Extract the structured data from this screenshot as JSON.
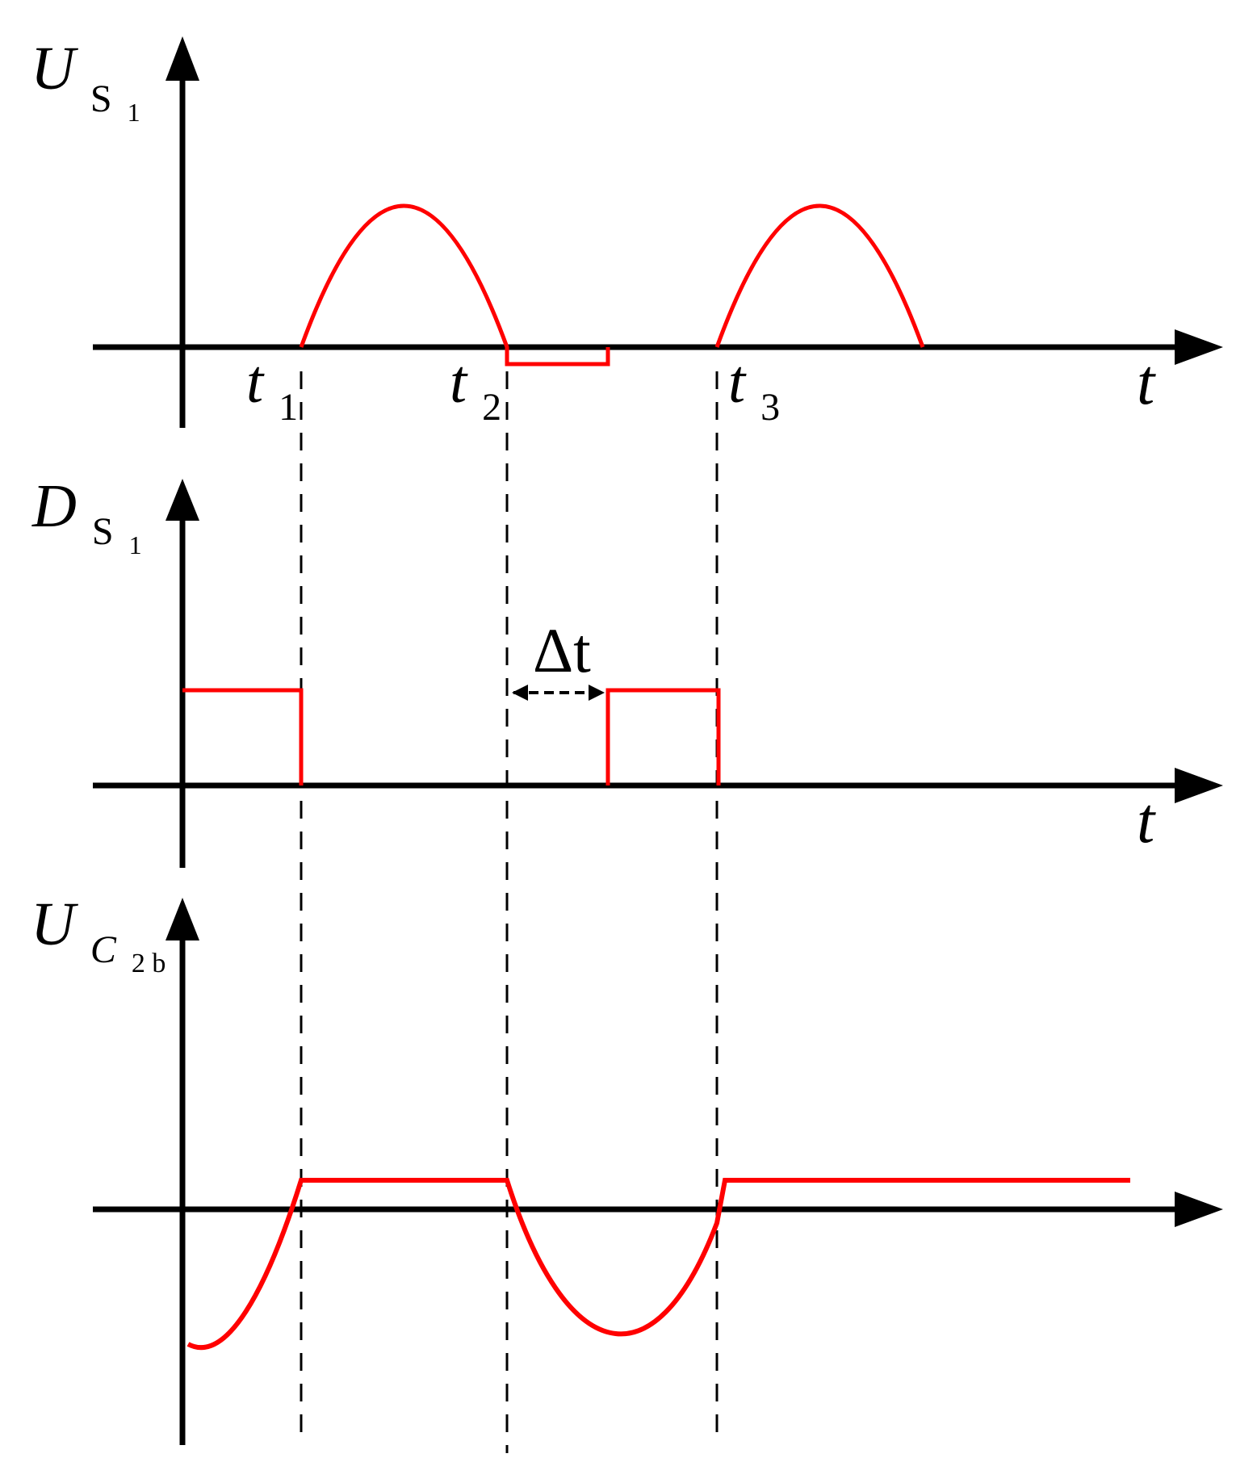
{
  "colors": {
    "axis": "#000000",
    "trace": "#ff0000"
  },
  "panel1": {
    "ylabel_main": "U",
    "ylabel_sub": "S",
    "ylabel_subsub": "1",
    "xlabel": "t",
    "markers": [
      {
        "main": "t",
        "sub": "1"
      },
      {
        "main": "t",
        "sub": "2"
      },
      {
        "main": "t",
        "sub": "3"
      }
    ]
  },
  "panel2": {
    "ylabel_main": "D",
    "ylabel_sub": "S",
    "ylabel_subsub": "1",
    "xlabel": "t",
    "delta_label": "Δt"
  },
  "panel3": {
    "ylabel_main": "U",
    "ylabel_sub": "C",
    "ylabel_subsub": "2 b"
  }
}
